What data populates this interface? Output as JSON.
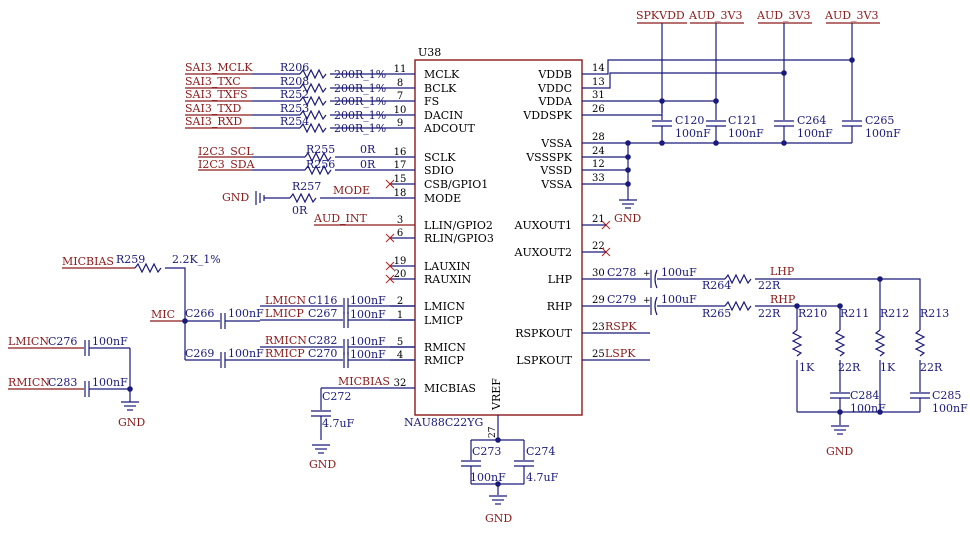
{
  "chip": {
    "ref": "U38",
    "part": "NAU88C22YG",
    "vref_label": "VREF",
    "vref_pin": "27"
  },
  "left_pins": [
    {
      "num": "11",
      "name": "MCLK"
    },
    {
      "num": "8",
      "name": "BCLK"
    },
    {
      "num": "7",
      "name": "FS"
    },
    {
      "num": "10",
      "name": "DACIN"
    },
    {
      "num": "9",
      "name": "ADCOUT"
    },
    {
      "num": "16",
      "name": "SCLK"
    },
    {
      "num": "17",
      "name": "SDIO"
    },
    {
      "num": "15",
      "name": "CSB/GPIO1"
    },
    {
      "num": "18",
      "name": "MODE"
    },
    {
      "num": "3",
      "name": "LLIN/GPIO2"
    },
    {
      "num": "6",
      "name": "RLIN/GPIO3"
    },
    {
      "num": "19",
      "name": "LAUXIN"
    },
    {
      "num": "20",
      "name": "RAUXIN"
    },
    {
      "num": "2",
      "name": "LMICN"
    },
    {
      "num": "1",
      "name": "LMICP"
    },
    {
      "num": "5",
      "name": "RMICN"
    },
    {
      "num": "4",
      "name": "RMICP"
    },
    {
      "num": "32",
      "name": "MICBIAS"
    }
  ],
  "right_pins": [
    {
      "num": "14",
      "name": "VDDB"
    },
    {
      "num": "13",
      "name": "VDDC"
    },
    {
      "num": "31",
      "name": "VDDA"
    },
    {
      "num": "26",
      "name": "VDDSPK"
    },
    {
      "num": "28",
      "name": "VSSA"
    },
    {
      "num": "24",
      "name": "VSSSPK"
    },
    {
      "num": "12",
      "name": "VSSD"
    },
    {
      "num": "33",
      "name": "VSSA"
    },
    {
      "num": "21",
      "name": "AUXOUT1"
    },
    {
      "num": "22",
      "name": "AUXOUT2"
    },
    {
      "num": "30",
      "name": "LHP"
    },
    {
      "num": "29",
      "name": "RHP"
    },
    {
      "num": "23",
      "name": "RSPKOUT"
    },
    {
      "num": "25",
      "name": "LSPKOUT"
    }
  ],
  "power": {
    "spkvdd": "SPKVDD",
    "aud3v3": "AUD_3V3"
  },
  "sai": [
    {
      "net": "SAI3_MCLK",
      "ref": "R206",
      "val": "200R_1%"
    },
    {
      "net": "SAI3_TXC",
      "ref": "R208",
      "val": "200R_1%"
    },
    {
      "net": "SAI3_TXFS",
      "ref": "R252",
      "val": "200R_1%"
    },
    {
      "net": "SAI3_TXD",
      "ref": "R253",
      "val": "200R_1%"
    },
    {
      "net": "SAI3_RXD",
      "ref": "R254",
      "val": "200R_1%"
    }
  ],
  "i2c": [
    {
      "net": "I2C3_SCL",
      "ref": "R255",
      "val": "0R"
    },
    {
      "net": "I2C3_SDA",
      "ref": "R256",
      "val": "0R"
    }
  ],
  "mode": {
    "gnd": "GND",
    "ref": "R257",
    "val": "0R",
    "net": "MODE"
  },
  "aud_int": "AUD_INT",
  "mic": {
    "micbias": "MICBIAS",
    "r259": "R259",
    "r259_val": "2.2K_1%",
    "mic": "MIC",
    "c266": "C266",
    "c269": "C269",
    "cval": "100nF",
    "lmicn": "LMICN",
    "lmicp": "LMICP",
    "rmicn": "RMICN",
    "rmicp": "RMICP",
    "c116": "C116",
    "c267": "C267",
    "c282": "C282",
    "c270": "C270",
    "c276": "C276",
    "c283": "C283",
    "c272": "C272",
    "c272_val": "4.7uF"
  },
  "decoupling": [
    {
      "ref": "C120",
      "val": "100nF"
    },
    {
      "ref": "C121",
      "val": "100nF"
    },
    {
      "ref": "C264",
      "val": "100nF"
    },
    {
      "ref": "C265",
      "val": "100nF"
    }
  ],
  "vref_caps": [
    {
      "ref": "C273",
      "val": "100nF"
    },
    {
      "ref": "C274",
      "val": "4.7uF"
    }
  ],
  "hp": {
    "c278": "C278",
    "c279": "C279",
    "cap_val": "100uF",
    "r264": "R264",
    "r265": "R265",
    "r_val": "22R",
    "lhp": "LHP",
    "rhp": "RHP",
    "r210": "R210",
    "r211": "R211",
    "r212": "R212",
    "r213": "R213",
    "r1k": "1K",
    "r22": "22R",
    "c284": "C284",
    "c285": "C285",
    "c_val": "100nF"
  },
  "spk": {
    "rspk": "RSPK",
    "lspk": "LSPK"
  },
  "gnd": "GND"
}
